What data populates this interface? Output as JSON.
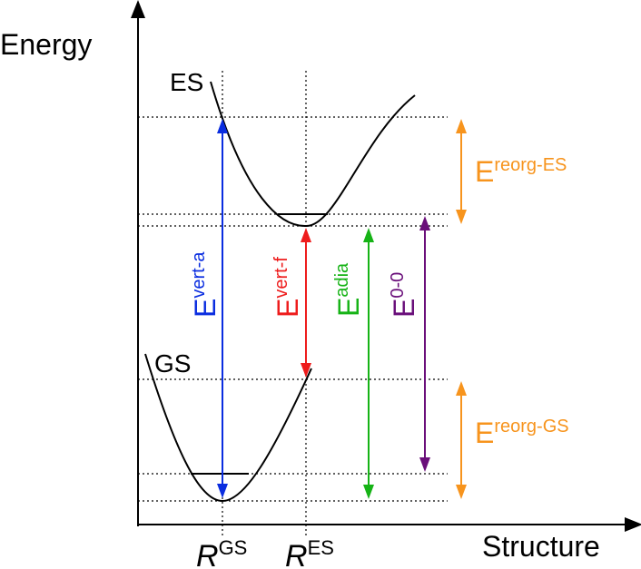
{
  "axes": {
    "y_label": "Energy",
    "x_label": "Structure"
  },
  "curves": {
    "es_label": "ES",
    "gs_label": "GS"
  },
  "x_ticks": [
    {
      "main": "R",
      "sup": "GS"
    },
    {
      "main": "R",
      "sup": "ES"
    }
  ],
  "transitions": [
    {
      "main": "E",
      "sup": "vert-a",
      "color": "#0a2de0"
    },
    {
      "main": "E",
      "sup": "vert-f",
      "color": "#ee1c1c"
    },
    {
      "main": "E",
      "sup": "adia",
      "color": "#16b316"
    },
    {
      "main": "E",
      "sup": "0-0",
      "color": "#6a0f7a"
    }
  ],
  "reorganizations": [
    {
      "main": "E",
      "sup": "reorg-ES",
      "color": "#f7941d"
    },
    {
      "main": "E",
      "sup": "reorg-GS",
      "color": "#f7941d"
    }
  ]
}
